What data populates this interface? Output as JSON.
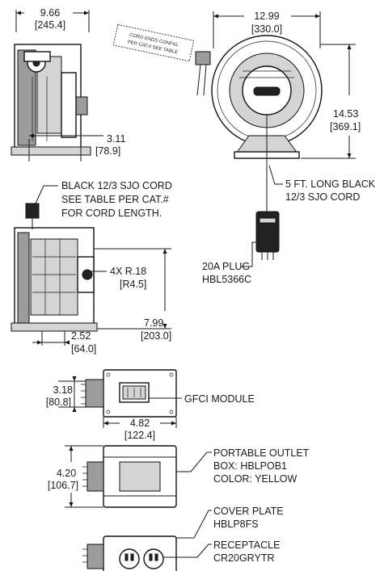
{
  "dimensions": {
    "width_in": "9.66",
    "width_mm": "[245.4]",
    "outer_in": "12.99",
    "outer_mm": "[330.0]",
    "height_in": "14.53",
    "height_mm": "[369.1]",
    "offset_in": "3.11",
    "offset_mm": "[78.9]",
    "radius_in": "4X R.18",
    "radius_mm": "[R4.5]",
    "base_in": "7.99",
    "base_mm": "[203.0]",
    "foot_in": "2.52",
    "foot_mm": "[64.0]",
    "gfci_h_in": "3.18",
    "gfci_h_mm": "[80.8]",
    "box_w_in": "4.82",
    "box_w_mm": "[122.4]",
    "box_h_in": "4.20",
    "box_h_mm": "[106.7]"
  },
  "notes": {
    "cord_ends": [
      "CORD ENDS CONFIG.",
      "PER CAT.# SEE TABLE"
    ],
    "black_cord": [
      "BLACK 12/3 SJO CORD",
      "SEE TABLE PER CAT.#",
      "FOR CORD LENGTH."
    ],
    "long_cord": [
      "5 FT. LONG BLACK",
      "12/3 SJO CORD"
    ],
    "plug": [
      "20A PLUG",
      "HBL5366C"
    ],
    "gfci": "GFCI MODULE",
    "outlet_box": [
      "PORTABLE OUTLET",
      "BOX: HBLPOB1",
      "COLOR: YELLOW"
    ],
    "cover_plate": [
      "COVER PLATE",
      "HBLP8FS"
    ],
    "receptacle": [
      "RECEPTACLE",
      "CR20GRYTR"
    ]
  }
}
